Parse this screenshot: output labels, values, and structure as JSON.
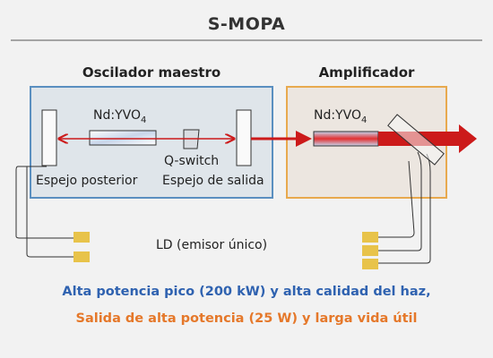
{
  "title": "S-MOPA",
  "sections": {
    "oscillator": "Oscilador maestro",
    "amplifier": "Amplificador"
  },
  "components": {
    "crystal_osc": "Nd:YVO",
    "crystal_osc_sub": "4",
    "crystal_amp": "Nd:YVO",
    "crystal_amp_sub": "4",
    "qswitch": "Q-switch",
    "rear_mirror": "Espejo posterior",
    "output_mirror": "Espejo de salida",
    "ld": "LD (emisor único)"
  },
  "captions": {
    "line1": "Alta potencia pico (200 kW) y alta calidad del haz,",
    "line2": "Salida de alta potencia (25 W) y larga vida útil"
  },
  "colors": {
    "osc_box_stroke": "#5a8fc0",
    "osc_box_fill": "#dfe5ea",
    "amp_box_stroke": "#e8a94e",
    "amp_box_fill": "#ece6e0",
    "beam": "#cc1a1a",
    "ld_pad": "#e8c34a",
    "caption1": "#2f62b0",
    "caption2": "#e5782a"
  }
}
